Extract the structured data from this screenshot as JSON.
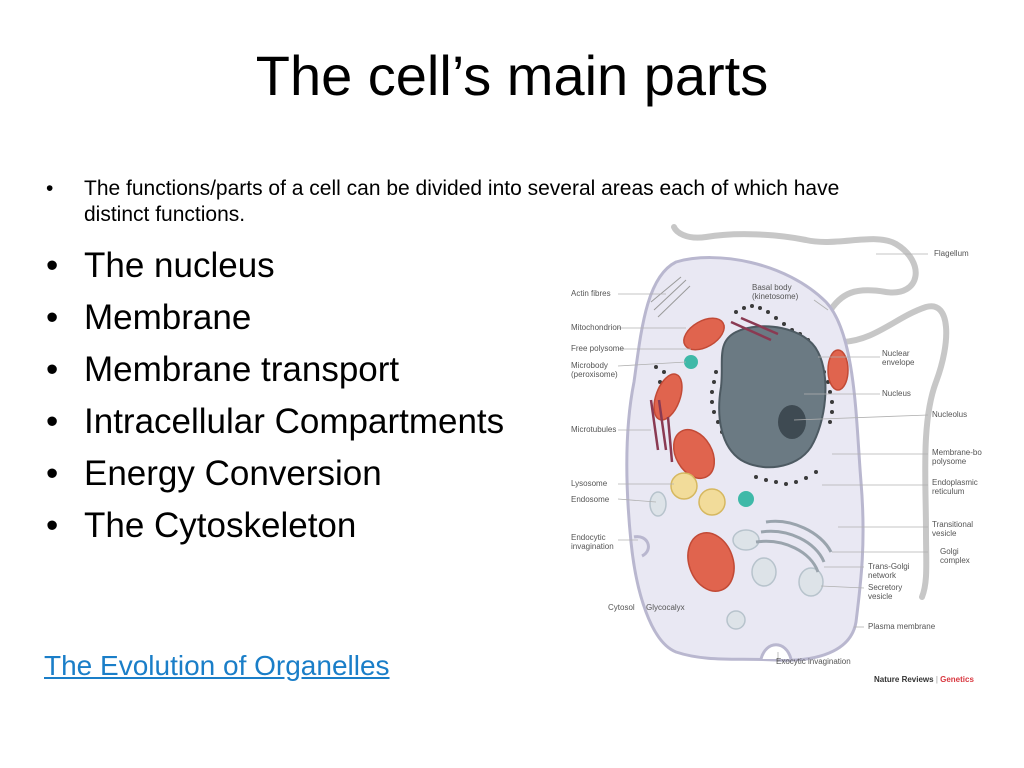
{
  "title": "The cell’s main parts",
  "intro": "The functions/parts of a cell can be divided into several areas each of which have distinct functions.",
  "bullets": [
    "The nucleus",
    "Membrane",
    "Membrane transport",
    "Intracellular Compartments",
    "Energy Conversion",
    "The Cytoskeleton"
  ],
  "link": "The Evolution of Organelles",
  "diagram": {
    "left_labels": {
      "actin": "Actin fibres",
      "mito": "Mitochondrion",
      "polysome": "Free polysome",
      "microbody_1": "Microbody",
      "microbody_2": "(peroxisome)",
      "microtubules": "Microtubules",
      "lysosome": "Lysosome",
      "endosome": "Endosome",
      "endocytic_1": "Endocytic",
      "endocytic_2": "invagination",
      "cytosol": "Cytosol",
      "glycocalyx": "Glycocalyx"
    },
    "right_labels": {
      "flagellum": "Flagellum",
      "basal_1": "Basal body",
      "basal_2": "(kinetosome)",
      "nuclear_env_1": "Nuclear",
      "nuclear_env_2": "envelope",
      "nucleus": "Nucleus",
      "nucleolus": "Nucleolus",
      "membrane_polysome_1": "Membrane-bound",
      "membrane_polysome_2": "polysome",
      "er_1": "Endoplasmic",
      "er_2": "reticulum",
      "transitional_1": "Transitional",
      "transitional_2": "vesicle",
      "golgi_1": "Golgi",
      "golgi_2": "complex",
      "transgolgi_1": "Trans-Golgi",
      "transgolgi_2": "network",
      "secretory_1": "Secretory",
      "secretory_2": "vesicle",
      "plasma": "Plasma membrane",
      "exocytic": "Exocytic invagination"
    },
    "credit_a": "Nature Reviews",
    "credit_sep": " | ",
    "credit_b": "Genetics",
    "colors": {
      "cell_fill": "#e9e8f3",
      "cell_stroke": "#b9b7cf",
      "nucleus": "#6b7a83",
      "mito": "#e0644e",
      "lysosome": "#f2dc9a",
      "microbody": "#3fb9a8",
      "microtubule": "#8a3a52",
      "credit_accent": "#d9373f"
    }
  }
}
